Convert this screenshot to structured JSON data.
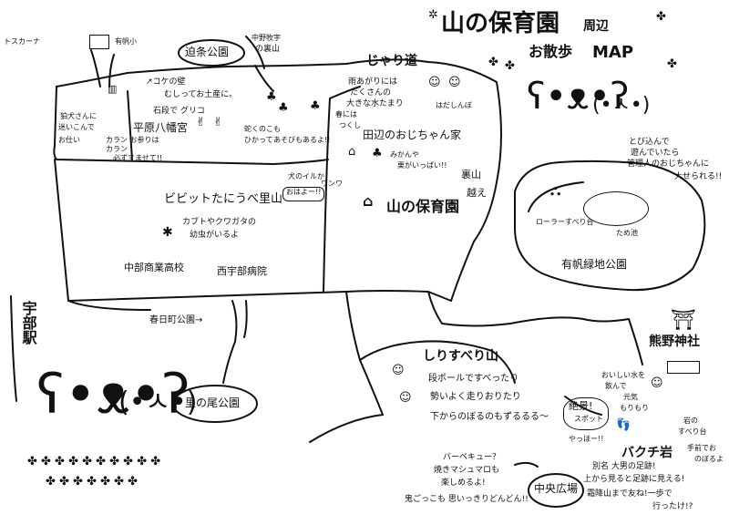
{
  "title": {
    "main": "山の保育園",
    "sub1": "周辺",
    "sub2": "お散歩",
    "sub3": "MAP"
  },
  "labels": {
    "tuscana": "トスカーナ",
    "arihoshou": "有帆小",
    "sakojo_park": "迫条公園",
    "nakano_house": "中野牧宇",
    "nakano_house2": "の裏山",
    "moss_wall": "↗コケの壁",
    "moss_wall2": "むしってお土産に。",
    "ishidan": "石段で グリコ",
    "hirahara_hachimangu": "平原八幡宮",
    "komainu1": "狛犬さんに",
    "komainu2": "迷いこんで",
    "komainu3": "お仕い",
    "karan1": "カラン",
    "karan2": "カラン お参りは",
    "karan3": "必ずすませて!!",
    "snake1": "蛇くのこも",
    "snake2": "ひかって",
    "snake3": "あそびもあるよ!!",
    "spring": "春には",
    "spring2": "つくし",
    "jari_road": "じゃり道",
    "rain1": "雨あがりには",
    "rain2": "たくさんの",
    "rain3": "大きな水たまり",
    "hadashi": "はだしんぼ",
    "taabe_house": "田辺のおじちゃん家",
    "mikan1": "みかんや",
    "mikan2": "栗がいっぱい!!",
    "dog1": "犬のイルか",
    "dog2": "ワンワ",
    "ohayo": "おはよー!!",
    "uraya1": "裏山",
    "uraya2": "越え",
    "bibitto": "ビビットたにうべ里山",
    "kabuto1": "カブトやクワガタの",
    "kabuto2": "幼虫がいるよ",
    "yama_hoikuen": "山の保育園",
    "nakabu_school": "中部商業高校",
    "nishiube_hospital": "西宇部病院",
    "kasuga_park": "春日町公園→",
    "ube_station": "宇部駅",
    "satonoo_park": "里の尾公園",
    "tonde1": "とび込んで",
    "tonde2": "遊んでいたら",
    "tonde3": "管理人のおじちゃんに",
    "tonde4": "大せられる!!",
    "roller": "ローラーすべり台",
    "tameike": "ため池",
    "ariho_ryokuchi": "有帆緑地公園",
    "shirisuberi": "しりすべり山",
    "danbo1": "段ボールですべったり",
    "danbo2": "勢いよく走りおりたり",
    "danbo3": "下からのぼるのもずるるる～",
    "kumano": "熊野神社",
    "water1": "おいしい水を",
    "water2": "飲んで",
    "water3": "元気",
    "water4": "もりもり",
    "zekkei1": "絶景!",
    "zekkei2": "スポット",
    "yahho": "やっほー!!",
    "iwa1": "岩の",
    "iwa2": "すべり台",
    "iwa3": "手前でお",
    "iwa4": "のぼるよ",
    "bakuchi": "バクチ岩",
    "bakuchi1": "別名 大男の足跡!",
    "bakuchi2": "上から見ると足跡に見える!",
    "bakuchi3": "霜降山まで友ね!一歩で",
    "bakuchi4": "行ったけ!?",
    "bbq1": "バーベキュー？",
    "bbq2": "焼きマシュマロも",
    "bbq3": "楽しめるよ!",
    "bbq4": "鬼ごっこも 思いっきりどんどん!!",
    "chuo_hiroba": "中央広場"
  },
  "icons": {
    "clover": "clover-icon",
    "bear": "bear-icon",
    "rabbit": "rabbit-icon",
    "torii": "torii-icon",
    "house": "house-icon",
    "tree": "tree-icon"
  },
  "colors": {
    "ink": "#111111",
    "paper": "#ffffff"
  }
}
